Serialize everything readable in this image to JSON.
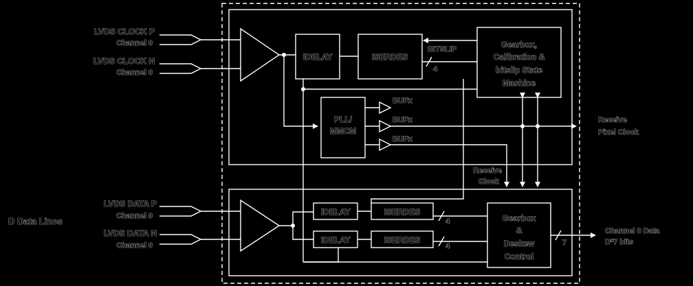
{
  "inputs": {
    "clk_p": {
      "line1": "LVDS CLOCK P",
      "line2": "Channel 0"
    },
    "clk_n": {
      "line1": "LVDS CLOCK N",
      "line2": "Channel 0"
    },
    "data_p": {
      "line1": "LVDS DATA P",
      "line2": "Channel 0"
    },
    "data_n": {
      "line1": "LVDS DATA N",
      "line2": "Channel 0"
    }
  },
  "left_label": "D Data Lines",
  "clock_section": {
    "idelay": "IDELAY",
    "iserdes": "ISERDES",
    "bitslip": "BITSLIP",
    "bus_width": "4",
    "pll_line1": "PLL/",
    "pll_line2": "MMCM",
    "bufx": [
      "BUFx",
      "BUFx",
      "BUFx"
    ],
    "gearbox_lines": [
      "Gearbox,",
      "Calibration &",
      "bitslip State",
      "Machine"
    ]
  },
  "outputs": {
    "pixel_clock": {
      "line1": "Receive",
      "line2": "Pixel Clock"
    },
    "receive_clock": {
      "line1": "Receive",
      "line2": "Clock"
    },
    "channel_data": {
      "line1": "Channel 0 Data",
      "line2": "D*7 bits"
    }
  },
  "data_section": {
    "idelay": [
      "IDELAY",
      "IDELAY"
    ],
    "iserdes": [
      "ISERDES",
      "ISERDES"
    ],
    "bus_width": [
      "4",
      "4"
    ],
    "gearbox_lines": [
      "Gearbox",
      "&",
      "Deskew",
      "Control"
    ],
    "out_width": "7"
  }
}
